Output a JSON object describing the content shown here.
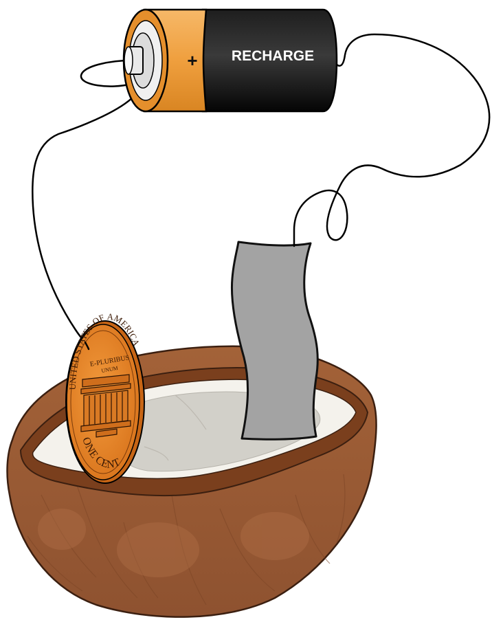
{
  "battery": {
    "label": "RECHARGE",
    "plus_sign": "+",
    "cap_color": "#f0a64a",
    "body_color": "#111111",
    "terminal_color": "#e9e9e9"
  },
  "coin": {
    "top_text": "UNITED STATES OF AMERICA",
    "motto": "E-PLURIBUS",
    "motto_line2": "UNUM",
    "bottom_text": "ONE CENT",
    "color": "#e8862a"
  },
  "metal_strip": {
    "color": "#a3a3a3"
  },
  "coconut": {
    "shell_color": "#9a5b33",
    "rim_color": "#7a3f1d",
    "flesh_color": "#f3f1eb"
  },
  "wire_color": "#000000",
  "icons": [
    "battery-icon",
    "penny-icon",
    "metal-strip-icon",
    "coconut-icon"
  ]
}
